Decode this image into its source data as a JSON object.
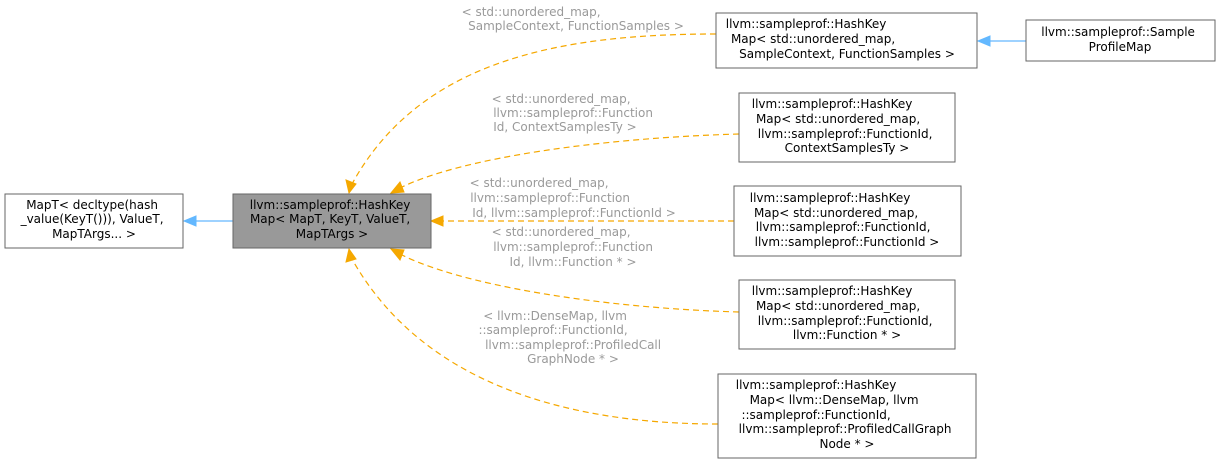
{
  "diagram": {
    "nodes": [
      {
        "id": "maptbase",
        "lines": [
          "MapT< decltype(hash",
          "_value(KeyT())), ValueT,",
          "MapTArgs... >"
        ],
        "highlighted": false
      },
      {
        "id": "hashkeymap",
        "lines": [
          "llvm::sampleprof::HashKey",
          "Map< MapT, KeyT, ValueT,",
          "MapTArgs >"
        ],
        "highlighted": true
      },
      {
        "id": "inst1",
        "lines": [
          "llvm::sampleprof::HashKey",
          "Map< std::unordered_map,",
          "SampleContext, FunctionSamples >"
        ],
        "highlighted": false
      },
      {
        "id": "sampleprofilemap",
        "lines": [
          "llvm::sampleprof::Sample",
          "ProfileMap"
        ],
        "highlighted": false
      },
      {
        "id": "inst2",
        "lines": [
          "llvm::sampleprof::HashKey",
          "Map< std::unordered_map,",
          "llvm::sampleprof::FunctionId,",
          "ContextSamplesTy >"
        ],
        "highlighted": false
      },
      {
        "id": "inst3",
        "lines": [
          "llvm::sampleprof::HashKey",
          "Map< std::unordered_map,",
          "llvm::sampleprof::FunctionId,",
          "llvm::sampleprof::FunctionId >"
        ],
        "highlighted": false
      },
      {
        "id": "inst4",
        "lines": [
          "llvm::sampleprof::HashKey",
          "Map< std::unordered_map,",
          "llvm::sampleprof::FunctionId,",
          "llvm::Function * >"
        ],
        "highlighted": false
      },
      {
        "id": "inst5",
        "lines": [
          "llvm::sampleprof::HashKey",
          "Map< llvm::DenseMap, llvm",
          "::sampleprof::FunctionId,",
          "llvm::sampleprof::ProfiledCallGraph",
          "Node * >"
        ],
        "highlighted": false
      }
    ],
    "edge_labels": [
      {
        "id": "e1",
        "lines": [
          "< std::unordered_map,",
          "SampleContext, FunctionSamples >"
        ]
      },
      {
        "id": "e2",
        "lines": [
          "< std::unordered_map,",
          "llvm::sampleprof::Function",
          "Id, ContextSamplesTy >"
        ]
      },
      {
        "id": "e3",
        "lines": [
          "< std::unordered_map,",
          "llvm::sampleprof::Function",
          "Id, llvm::sampleprof::FunctionId >"
        ]
      },
      {
        "id": "e4",
        "lines": [
          "< std::unordered_map,",
          "llvm::sampleprof::Function",
          "Id, llvm::Function * >"
        ]
      },
      {
        "id": "e5",
        "lines": [
          "< llvm::DenseMap, llvm",
          "::sampleprof::FunctionId,",
          "llvm::sampleprof::ProfiledCall",
          "GraphNode * >"
        ]
      }
    ],
    "colors": {
      "inheritance_edge": "#63b8ff",
      "template_instance_edge": "#f5a800",
      "focus_node_fill": "#999999",
      "edge_label_text": "#9a9a9a"
    }
  }
}
